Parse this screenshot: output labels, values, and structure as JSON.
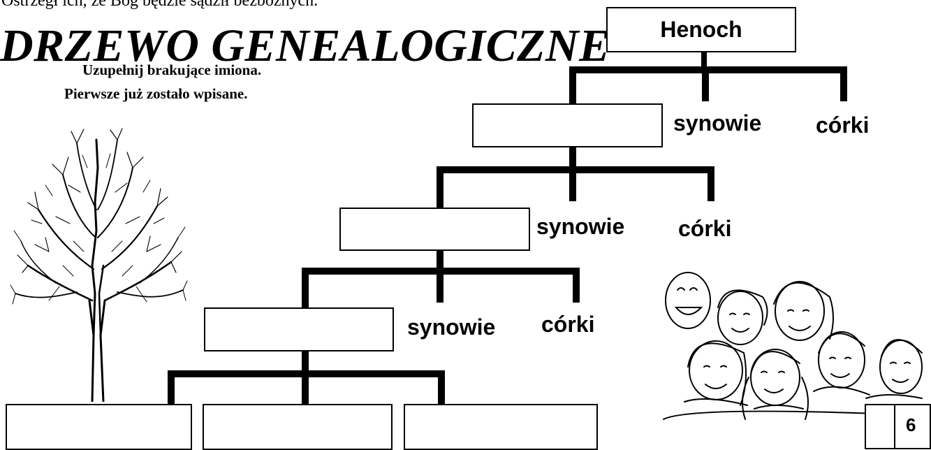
{
  "header": {
    "top_text": "Ostrzegł ich, że Bóg będzie sądził bezbożnych.",
    "title": "DRZEWO GENEALOGICZNE"
  },
  "instructions": {
    "line1": "Uzupełnij brakujące imiona.",
    "line2": "Pierwsze już zostało wpisane."
  },
  "tree": {
    "root_name": "Henoch",
    "generations": [
      {
        "name": "",
        "sons_label": "synowie",
        "daughters_label": "córki"
      },
      {
        "name": "",
        "sons_label": "synowie",
        "daughters_label": "córki"
      },
      {
        "name": "",
        "sons_label": "synowie",
        "daughters_label": "córki"
      }
    ],
    "last_row": [
      "",
      "",
      ""
    ]
  },
  "illustrations": {
    "tree_icon": "bare-tree-icon",
    "people_icon": "group-of-children-icon"
  },
  "footer": {
    "page_number": "6"
  }
}
